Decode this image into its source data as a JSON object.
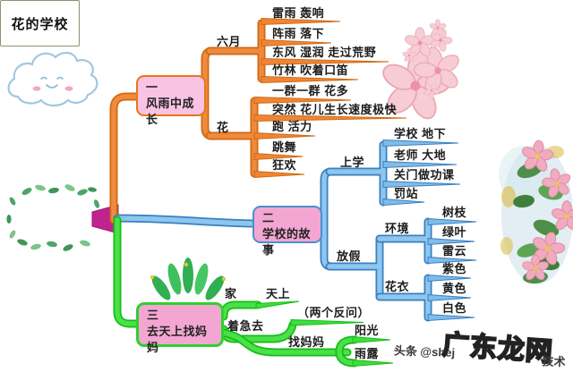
{
  "center": "花的学校",
  "b1": {
    "num": "一",
    "title": "风雨中成长",
    "color": "#e8761e",
    "june": {
      "label": "六月",
      "leaves": [
        "雷雨 轰响",
        "阵雨 落下",
        "东风 湿润 走过荒野",
        "竹林 吹着口笛"
      ]
    },
    "flower": {
      "label": "花",
      "leaves": [
        "一群一群 花多",
        "突然 花儿生长速度极快",
        "跑 活力",
        "跳舞",
        "狂欢"
      ]
    }
  },
  "b2": {
    "num": "二",
    "title": "学校的故事",
    "color": "#4a90d2",
    "school": {
      "label": "上学",
      "leaves": [
        "学校 地下",
        "老师 大地",
        "关门做功课",
        "罚站"
      ]
    },
    "holiday": {
      "label": "放假",
      "env": {
        "label": "环境",
        "leaves": [
          "树枝",
          "绿叶",
          "雷云"
        ]
      },
      "dress": {
        "label": "花衣",
        "leaves": [
          "紫色",
          "黄色",
          "白色"
        ]
      }
    }
  },
  "b3": {
    "num": "三",
    "title": "去天上找妈妈",
    "color": "#2ed12e",
    "home": {
      "label": "家",
      "leaf": "天上"
    },
    "anxious": {
      "label": "着急去",
      "leaf": "（两个反问）"
    },
    "findmom": {
      "label": "找妈妈",
      "leaves": [
        "阳光",
        "雨露"
      ]
    }
  },
  "watermark": {
    "prefix": "头条 @shej",
    "big": "广东龙网",
    "suffix": "技术"
  },
  "colors": {
    "orange": "#ef8534",
    "blue": "#7fbce8",
    "green": "#3fdc3f",
    "node_pink": "#f4a6d2",
    "wedge_magenta": "#bf2390"
  }
}
